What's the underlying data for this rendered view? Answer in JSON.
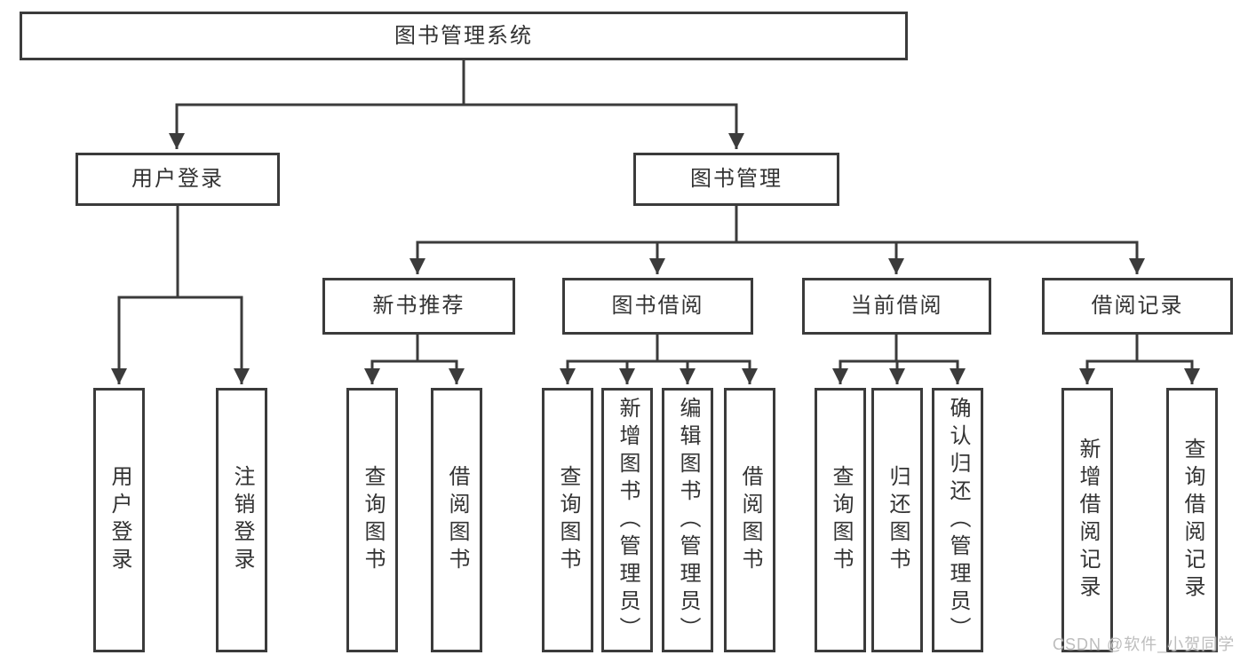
{
  "tree": {
    "label": "图书管理系统",
    "children": [
      {
        "label": "用户登录",
        "children": [
          {
            "label": "用户登录"
          },
          {
            "label": "注销登录"
          }
        ]
      },
      {
        "label": "图书管理",
        "children": [
          {
            "label": "新书推荐",
            "children": [
              {
                "label": "查询图书"
              },
              {
                "label": "借阅图书"
              }
            ]
          },
          {
            "label": "图书借阅",
            "children": [
              {
                "label": "查询图书"
              },
              {
                "label": "新增图书（管理员）"
              },
              {
                "label": "编辑图书（管理员）"
              },
              {
                "label": "借阅图书"
              }
            ]
          },
          {
            "label": "当前借阅",
            "children": [
              {
                "label": "查询图书"
              },
              {
                "label": "归还图书"
              },
              {
                "label": "确认归还（管理员）"
              }
            ]
          },
          {
            "label": "借阅记录",
            "children": [
              {
                "label": "新增借阅记录"
              },
              {
                "label": "查询借阅记录"
              }
            ]
          }
        ]
      }
    ]
  },
  "watermark": "CSDN @软件_小贺同学",
  "colors": {
    "line": "#3b3b3b",
    "text": "#333333",
    "watermark": "#bdbdbd",
    "background": "#ffffff"
  }
}
